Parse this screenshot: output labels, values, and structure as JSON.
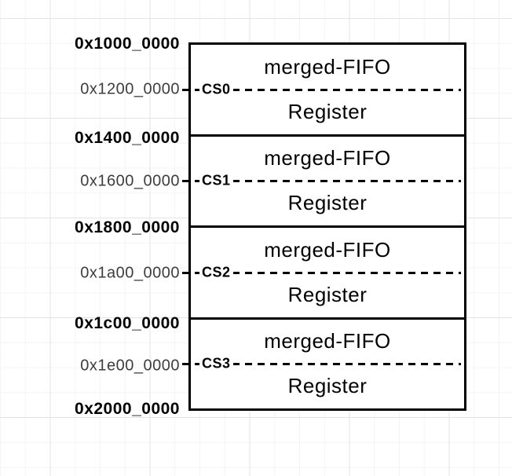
{
  "memory_map": {
    "boundary_addresses": [
      "0x1000_0000",
      "0x1400_0000",
      "0x1800_0000",
      "0x1c00_0000",
      "0x2000_0000"
    ],
    "sections": [
      {
        "cs_label": "CS0",
        "mid_address": "0x1200_0000",
        "fifo_label": "merged-FIFO",
        "register_label": "Register"
      },
      {
        "cs_label": "CS1",
        "mid_address": "0x1600_0000",
        "fifo_label": "merged-FIFO",
        "register_label": "Register"
      },
      {
        "cs_label": "CS2",
        "mid_address": "0x1a00_0000",
        "fifo_label": "merged-FIFO",
        "register_label": "Register"
      },
      {
        "cs_label": "CS3",
        "mid_address": "0x1e00_0000",
        "fifo_label": "merged-FIFO",
        "register_label": "Register"
      }
    ],
    "colors": {
      "line": "#000000",
      "boundary_address_text": "#000000",
      "mid_address_text": "#3d3d3d",
      "section_fill": "#ffffff",
      "background": "#ffffff",
      "grid_minor": "#f4f4f4",
      "grid_major": "#e3e3e3"
    }
  }
}
